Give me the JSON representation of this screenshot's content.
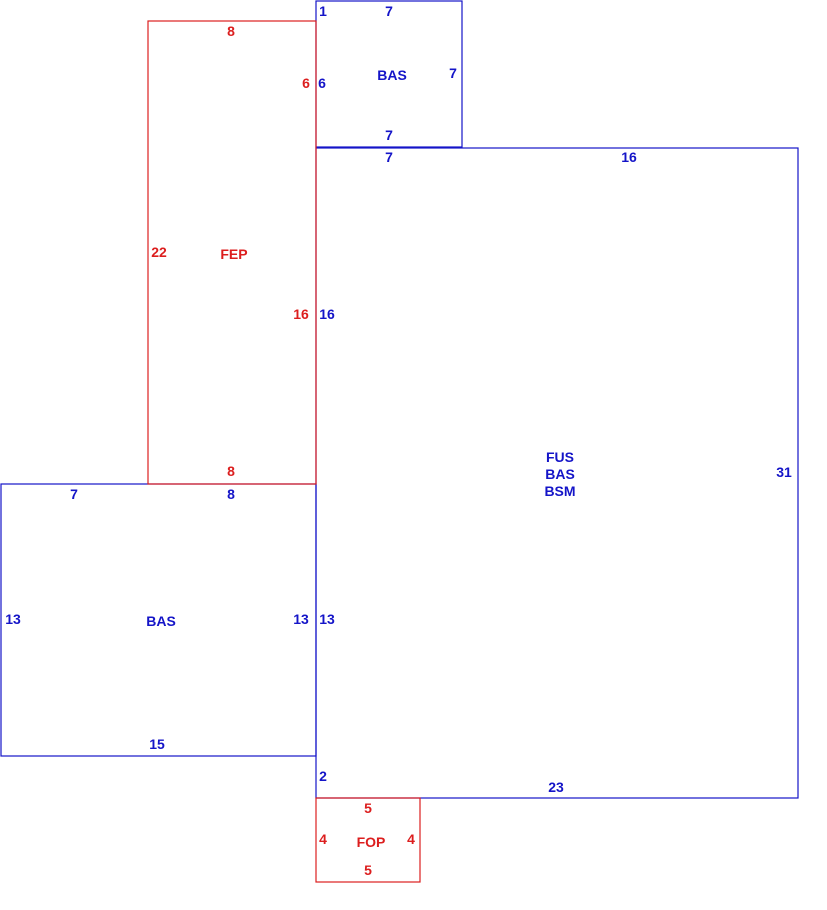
{
  "colors": {
    "blue": "#1414c8",
    "red": "#dc1e1e"
  },
  "areas": {
    "bas_top": {
      "name": "BAS",
      "dims": {
        "top": "7",
        "right": "7",
        "bottom": "7",
        "left": "6",
        "corner": "1"
      }
    },
    "fep": {
      "name": "FEP",
      "dims": {
        "top": "8",
        "left": "22",
        "right_upper": "6",
        "right_lower": "16",
        "bottom": "8"
      }
    },
    "main": {
      "names": [
        "FUS",
        "BAS",
        "BSM"
      ],
      "dims": {
        "top_left": "7",
        "top_right": "16",
        "right": "31",
        "left": "16",
        "left_lower": "13",
        "left_bottom": "2",
        "bottom": "23"
      }
    },
    "bas_left": {
      "name": "BAS",
      "dims": {
        "top_left": "7",
        "top_right": "8",
        "left": "13",
        "right": "13",
        "bottom": "15"
      }
    },
    "fop": {
      "name": "FOP",
      "dims": {
        "top": "5",
        "left": "4",
        "right": "4",
        "bottom": "5"
      }
    }
  }
}
